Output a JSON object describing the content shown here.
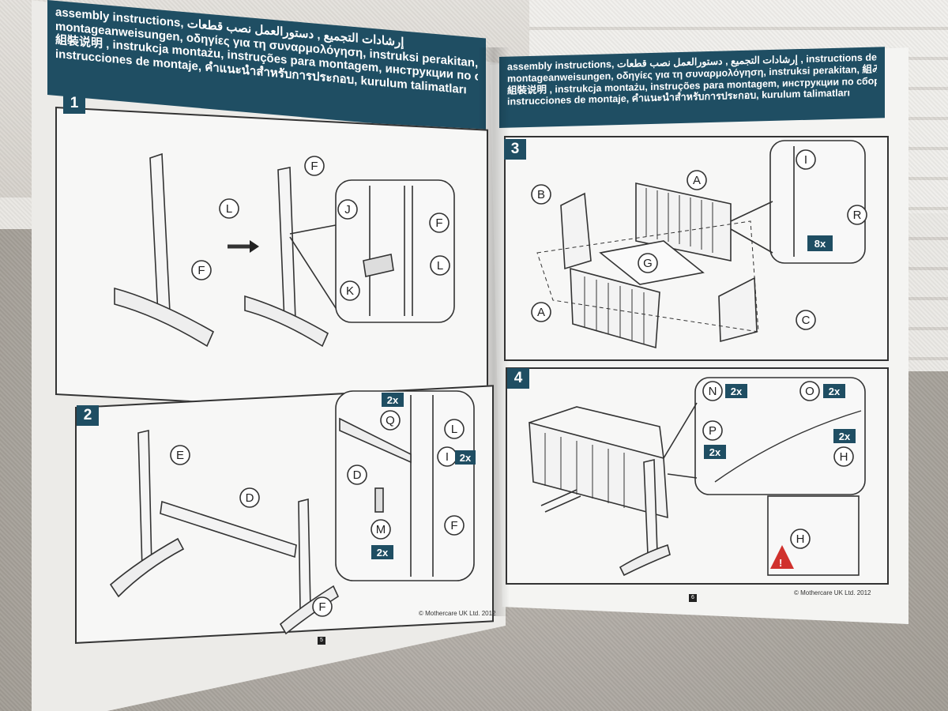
{
  "header": {
    "left_lines": [
      "assembly instructions, إرشادات التجميع , دستورالعمل نصب قطعات",
      "montageanweisungen, οδηγίες για τη συναρμολόγηση, instruksi perakitan, 組み立て説明書, 조립 설명서",
      "組裝说明 , instrukcja montażu, instruções para montagem, инструкции по сборке,",
      "instrucciones de montaje, คำแนะนำสำหรับการประกอบ, kurulum talimatları"
    ],
    "left_right_line0": ", instructions de montage,",
    "right_lines": [
      "assembly instructions, إرشادات التجميع , دستورالعمل نصب قطعات , instructions de montage,",
      "montageanweisungen, οδηγίες για τη συναρμολόγηση, instruksi perakitan, 組み立て説明書, 조립 설명서",
      "組裝说明 , instrukcja montażu, instruções para montagem, инструкции по сборке,",
      "instrucciones de montaje, คำแนะนำสำหรับการประกอบ, kurulum talimatları"
    ]
  },
  "steps": {
    "s1": "1",
    "s2": "2",
    "s3": "3",
    "s4": "4"
  },
  "labels": {
    "F": "F",
    "L": "L",
    "J": "J",
    "K": "K",
    "E": "E",
    "D": "D",
    "Q": "Q",
    "I": "I",
    "M": "M",
    "A": "A",
    "B": "B",
    "C": "C",
    "G": "G",
    "R": "R",
    "N": "N",
    "O": "O",
    "P": "P",
    "H": "H"
  },
  "tags": {
    "x2": "2x",
    "x8": "8x"
  },
  "footer": {
    "copyright_left": "© Mothercare UK Ltd. 2012",
    "copyright_right": "© Mothercare UK Ltd. 2012",
    "page_left": "5",
    "page_right": "6"
  }
}
